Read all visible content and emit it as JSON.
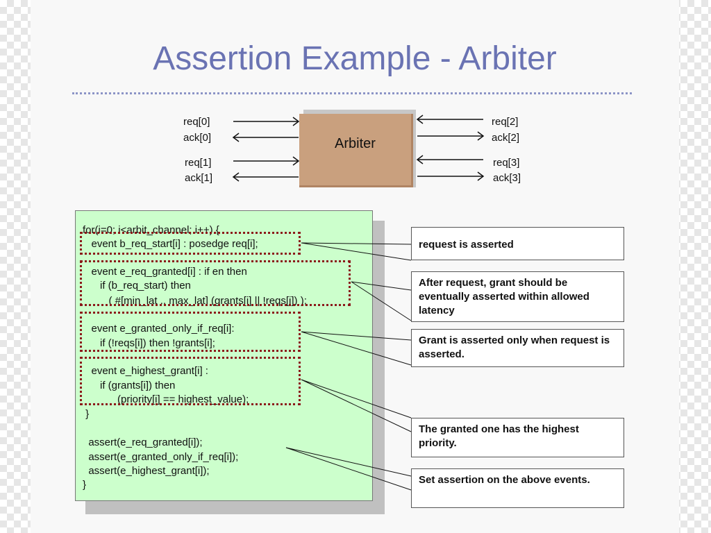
{
  "slide": {
    "title": "Assertion Example - Arbiter",
    "diagram": {
      "center_label": "Arbiter",
      "left_signals": [
        "req[0]",
        "ack[0]",
        "req[1]",
        "ack[1]"
      ],
      "right_signals": [
        "req[2]",
        "ack[2]",
        "req[3]",
        "ack[3]"
      ]
    },
    "code_lines": [
      "for(i=0; i<arbit_channel; i++) {",
      "   event b_req_start[i] : posedge req[i];",
      "   event e_req_granted[i] : if en then",
      "      if (b_req_start) then",
      "         ( #[min_lat .. max_lat] (grants[i] || !reqs[i]) );",
      "   event e_granted_only_if_req[i]:",
      "      if (!reqs[i]) then !grants[i];",
      "   event e_highest_grant[i] :",
      "      if (grants[i]) then",
      "            (priority[i] == highest_value);",
      " }",
      "  assert(e_req_granted[i]);",
      "  assert(e_granted_only_if_req[i]);",
      "  assert(e_highest_grant[i]);",
      "}"
    ],
    "notes": [
      "request is asserted",
      "After request, grant should be eventually asserted within allowed latency",
      "Grant is asserted only when request is asserted.",
      "The granted one has the highest priority.",
      "Set assertion on the above events."
    ]
  }
}
